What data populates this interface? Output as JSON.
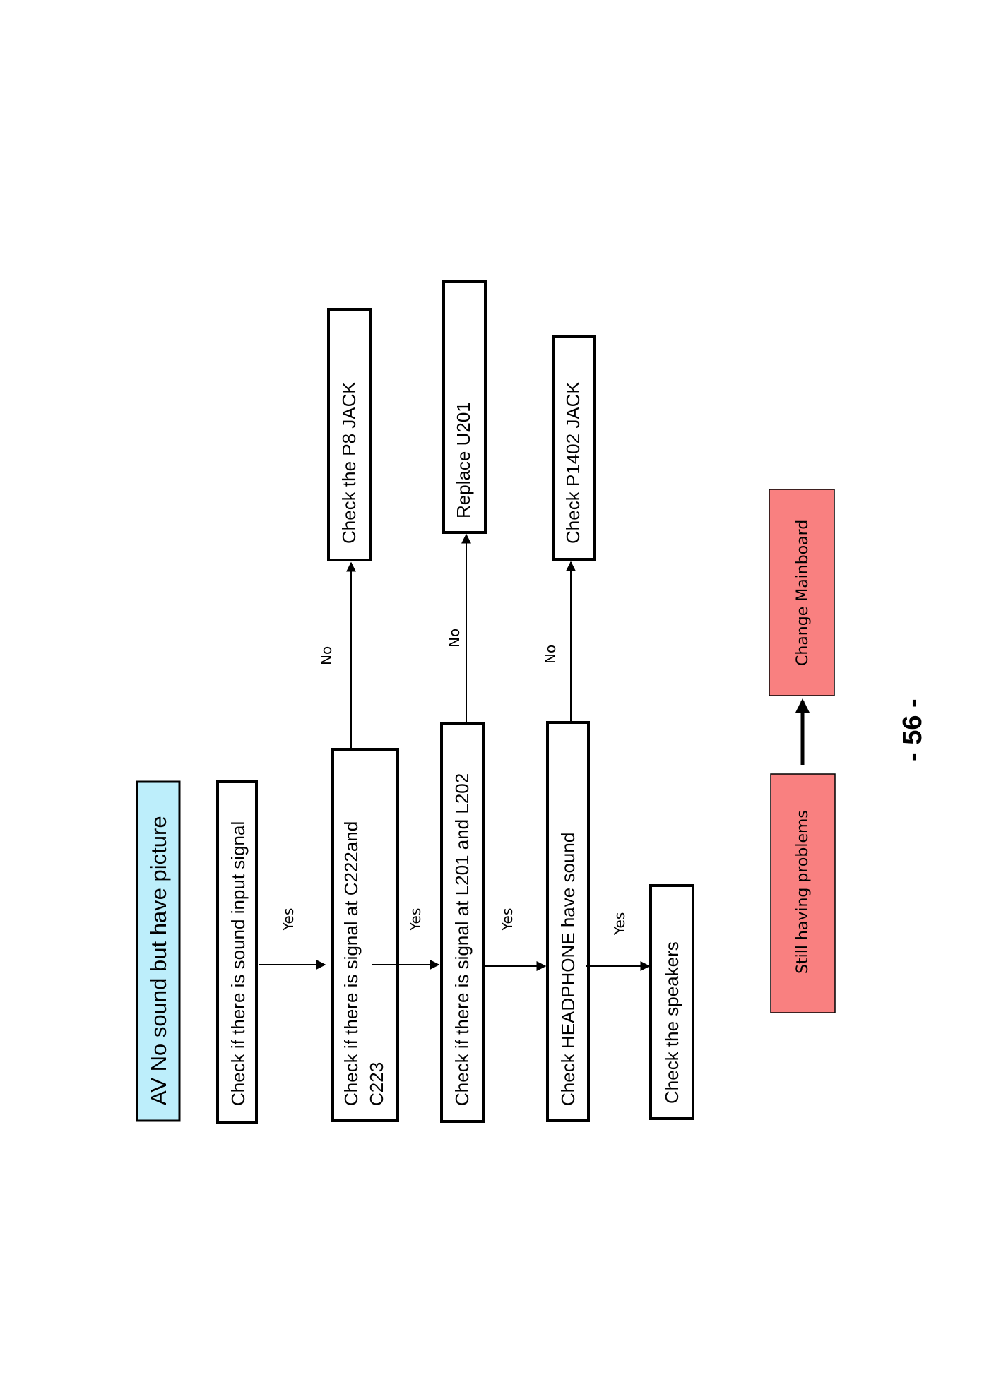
{
  "title": "AV No sound but have picture",
  "steps": {
    "s1": "Check if there is  sound input signal",
    "s2_line1": "Check if there is signal at C222and",
    "s2_line2": "C223",
    "s3": "Check if there is signal at  L201 and L202",
    "s4": "Check HEADPHONE have sound",
    "s5": "Check the speakers"
  },
  "outcomes": {
    "o1": "Check the P8 JACK",
    "o2": "Replace U201",
    "o3": "Check P1402 JACK"
  },
  "labels": {
    "yes1": "Yes",
    "yes2": "Yes",
    "yes3": "Yes",
    "yes4": "Yes",
    "no1": "No",
    "no2": "No",
    "no3": "No"
  },
  "footer": {
    "still": "Still having  problems",
    "change": "Change Mainboard"
  },
  "page_number": "- 56 -",
  "colors": {
    "title_fill": "#bdeefb",
    "footer_fill": "#f98080",
    "stroke": "#000000"
  }
}
